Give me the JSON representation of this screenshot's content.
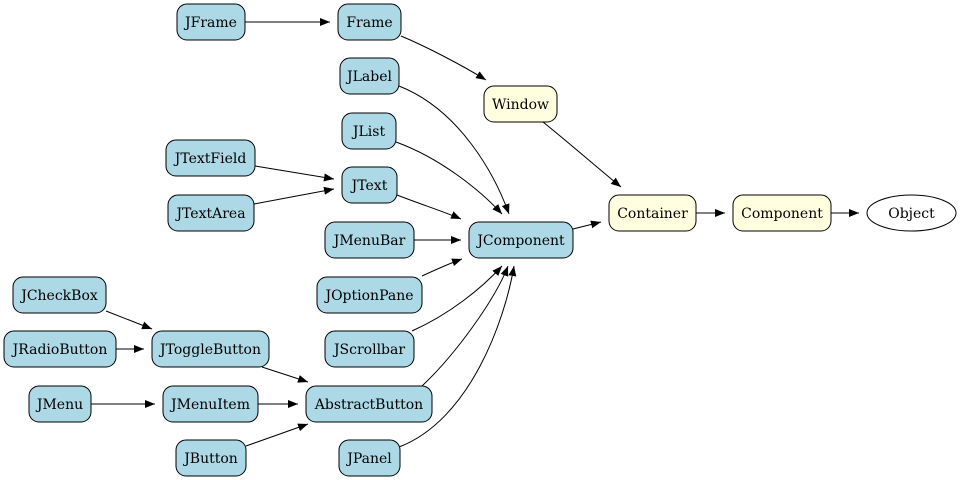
{
  "colors": {
    "swing_fill": "#add8e6",
    "awt_fill": "#ffffe0",
    "root_fill": "#ffffff",
    "stroke": "#000000"
  },
  "nodes": {
    "jframe": {
      "label": "JFrame",
      "group": "swing"
    },
    "frame": {
      "label": "Frame",
      "group": "swing"
    },
    "jlabel": {
      "label": "JLabel",
      "group": "swing"
    },
    "window": {
      "label": "Window",
      "group": "awt"
    },
    "jlist": {
      "label": "JList",
      "group": "swing"
    },
    "jtextfield": {
      "label": "JTextField",
      "group": "swing"
    },
    "jtext": {
      "label": "JText",
      "group": "swing"
    },
    "jtextarea": {
      "label": "JTextArea",
      "group": "swing"
    },
    "container": {
      "label": "Container",
      "group": "awt"
    },
    "component": {
      "label": "Component",
      "group": "awt"
    },
    "object": {
      "label": "Object",
      "group": "root"
    },
    "jmenubar": {
      "label": "JMenuBar",
      "group": "swing"
    },
    "jcomponent": {
      "label": "JComponent",
      "group": "swing"
    },
    "joptionpane": {
      "label": "JOptionPane",
      "group": "swing"
    },
    "jcheckbox": {
      "label": "JCheckBox",
      "group": "swing"
    },
    "jradiobutton": {
      "label": "JRadioButton",
      "group": "swing"
    },
    "jtogglebutton": {
      "label": "JToggleButton",
      "group": "swing"
    },
    "jscrollbar": {
      "label": "JScrollbar",
      "group": "swing"
    },
    "jmenu": {
      "label": "JMenu",
      "group": "swing"
    },
    "jmenuitem": {
      "label": "JMenuItem",
      "group": "swing"
    },
    "abstractbutton": {
      "label": "AbstractButton",
      "group": "swing"
    },
    "jbutton": {
      "label": "JButton",
      "group": "swing"
    },
    "jpanel": {
      "label": "JPanel",
      "group": "swing"
    }
  },
  "edges": [
    {
      "from": "jframe",
      "to": "frame"
    },
    {
      "from": "frame",
      "to": "window"
    },
    {
      "from": "window",
      "to": "container"
    },
    {
      "from": "container",
      "to": "component"
    },
    {
      "from": "component",
      "to": "object"
    },
    {
      "from": "jlabel",
      "to": "jcomponent"
    },
    {
      "from": "jlist",
      "to": "jcomponent"
    },
    {
      "from": "jtextfield",
      "to": "jtext"
    },
    {
      "from": "jtextarea",
      "to": "jtext"
    },
    {
      "from": "jtext",
      "to": "jcomponent"
    },
    {
      "from": "jmenubar",
      "to": "jcomponent"
    },
    {
      "from": "joptionpane",
      "to": "jcomponent"
    },
    {
      "from": "jscrollbar",
      "to": "jcomponent"
    },
    {
      "from": "abstractbutton",
      "to": "jcomponent"
    },
    {
      "from": "jpanel",
      "to": "jcomponent"
    },
    {
      "from": "jcomponent",
      "to": "container"
    },
    {
      "from": "jcheckbox",
      "to": "jtogglebutton"
    },
    {
      "from": "jradiobutton",
      "to": "jtogglebutton"
    },
    {
      "from": "jtogglebutton",
      "to": "abstractbutton"
    },
    {
      "from": "jmenu",
      "to": "jmenuitem"
    },
    {
      "from": "jmenuitem",
      "to": "abstractbutton"
    },
    {
      "from": "jbutton",
      "to": "abstractbutton"
    }
  ]
}
